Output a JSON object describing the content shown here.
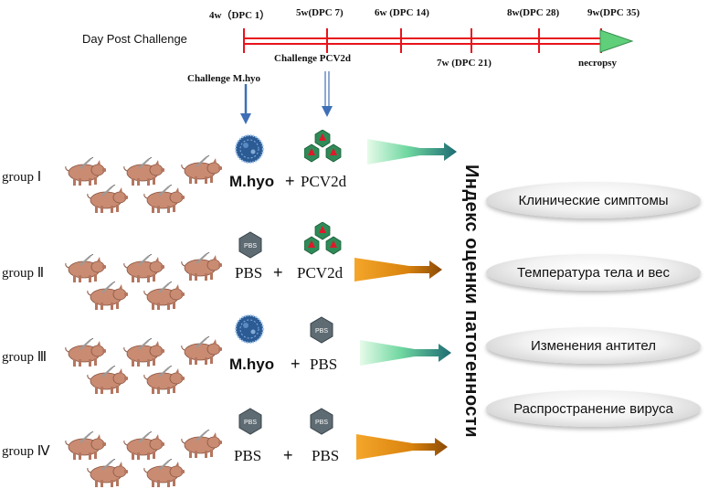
{
  "timeline": {
    "axis_label": "Day Post Challenge",
    "weeks_top": [
      "4w（DPC 1）",
      "5w(DPC 7)",
      "6w (DPC 14)",
      "8w(DPC 28)",
      "9w(DPC 35)"
    ],
    "weeks_bottom": [
      "7w (DPC 21)",
      "necropsy"
    ],
    "challenge_mhyo": "Challenge  M.hyo",
    "challenge_pcv2d": "Challenge  PCV2d"
  },
  "groups": [
    {
      "label": "group Ⅰ",
      "agent1": "M.hyo",
      "plus": "+",
      "agent2": "PCV2d",
      "arrow": "green"
    },
    {
      "label": "group Ⅱ",
      "agent1": "PBS",
      "plus": "+",
      "agent2": "PCV2d",
      "arrow": "orange"
    },
    {
      "label": "group Ⅲ",
      "agent1": "M.hyo",
      "plus": "+",
      "agent2": "PBS",
      "arrow": "green"
    },
    {
      "label": "group Ⅳ",
      "agent1": "PBS",
      "plus": "+",
      "agent2": "PBS",
      "arrow": "orange"
    }
  ],
  "icons": {
    "pbs_badge": "PBS"
  },
  "index_title": "Индекс оценки патогенности",
  "indicators": [
    "Клинические симптомы",
    "Температура тела и вес",
    "Изменения антител",
    "Распространение вируса"
  ],
  "colors": {
    "timeline_red": "#e8141b",
    "arrowhead_green": "#5fcf7a",
    "blue_arrow": "#3f6fb6",
    "pig_body": "#c98b72",
    "pcv_green": "#2e8b57",
    "pcv_red": "#e0192a",
    "pbs_gray": "#5e6b73",
    "arrow_teal": "#1d6b72",
    "arrow_orange": "#d9830e"
  }
}
